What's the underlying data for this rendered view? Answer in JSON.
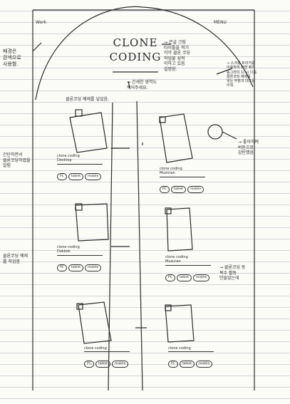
{
  "header": {
    "left": "Work",
    "right": "MENU"
  },
  "title": {
    "line1": "CLONE",
    "line2": "CODING"
  },
  "notes": {
    "left_top": [
      "배경은",
      "흰색으로",
      "사용함."
    ],
    "title_right": [
      "→ 큰글 크림",
      "타이틀을 적기",
      "각각 클론 코딩",
      "작업물 성적",
      "이하고 있음",
      "설명함."
    ],
    "center_arrow": "→ 간세한 영역도",
    "center_arrow2": "적어주세요.",
    "above_card1": "클론코딩 예제를 넣었음.",
    "right_top": [
      "→ 스크롤 트리거를",
      "이용하여 화면 배치",
      "동그라미 1(→) 다음",
      "클론코딩 예제를",
      "넣는 부분과 대조를",
      "이뤄."
    ],
    "circle_note": [
      "→ 좋아하며",
      "버튼으로",
      "감탄했음"
    ],
    "left_mid": [
      "간단하면서",
      "클론코딩하였을",
      "알림"
    ],
    "left_low": [
      "클론코딩 예제",
      "를 작업함"
    ],
    "right_low": [
      "→ 클론코딩 동",
      "복수 활동",
      "만들었는데"
    ]
  },
  "cards": [
    {
      "title": "clone coding",
      "subtitle": "Desktop",
      "tags": [
        "PC",
        "tablet",
        "mobile"
      ]
    },
    {
      "title": "clone coding",
      "subtitle": "Musician",
      "tags": [
        "PC",
        "tablet",
        "mobile"
      ]
    },
    {
      "title": "clone coding",
      "subtitle": "Dokbok",
      "tags": [
        "PC",
        "tablet",
        "mobile"
      ]
    },
    {
      "title": "clone coding",
      "subtitle": "Musician",
      "tags": [
        "PC",
        "tablet",
        "mobile"
      ]
    },
    {
      "title": "clone coding",
      "subtitle": "",
      "tags": [
        "PC",
        "tablet",
        "mobile"
      ]
    },
    {
      "title": "clone coding",
      "subtitle": "",
      "tags": [
        "PC",
        "tablet",
        "mobile"
      ]
    }
  ]
}
